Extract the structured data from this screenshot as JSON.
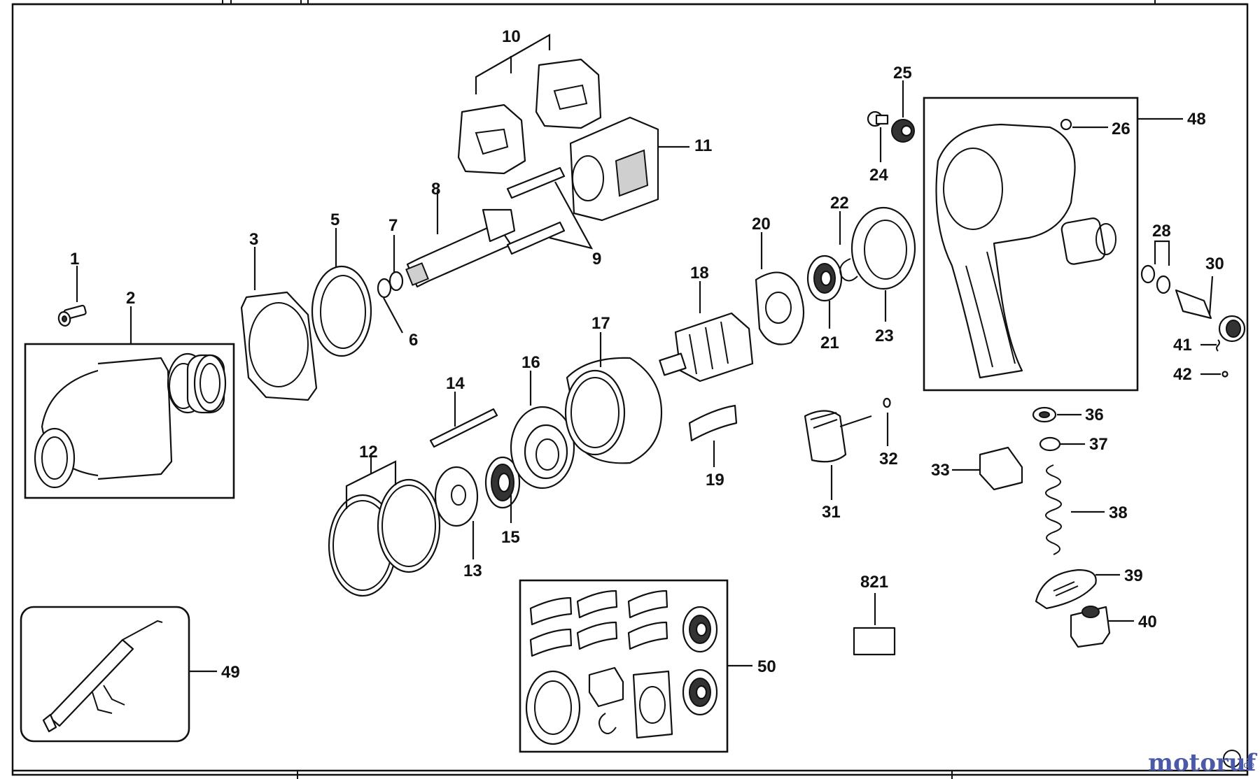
{
  "diagram": {
    "callouts": {
      "p1": "1",
      "p2": "2",
      "p3": "3",
      "p5": "5",
      "p6": "6",
      "p7": "7",
      "p8": "8",
      "p9": "9",
      "p10": "10",
      "p11": "11",
      "p12": "12",
      "p13": "13",
      "p14": "14",
      "p15": "15",
      "p16": "16",
      "p17": "17",
      "p18": "18",
      "p19": "19",
      "p20": "20",
      "p21": "21",
      "p22": "22",
      "p23": "23",
      "p24": "24",
      "p25": "25",
      "p26": "26",
      "p28": "28",
      "p30": "30",
      "p31": "31",
      "p32": "32",
      "p33": "33",
      "p36": "36",
      "p37": "37",
      "p38": "38",
      "p39": "39",
      "p40": "40",
      "p41": "41",
      "p42": "42",
      "p48": "48",
      "p49": "49",
      "p50": "50",
      "p821": "821"
    }
  },
  "watermark": {
    "text": "motoruf",
    "suffix": ".de"
  },
  "footer": {
    "center_text": ""
  },
  "colors": {
    "line": "#111111",
    "shade": "#cfcfcf",
    "watermark": "#4b5aa8"
  }
}
